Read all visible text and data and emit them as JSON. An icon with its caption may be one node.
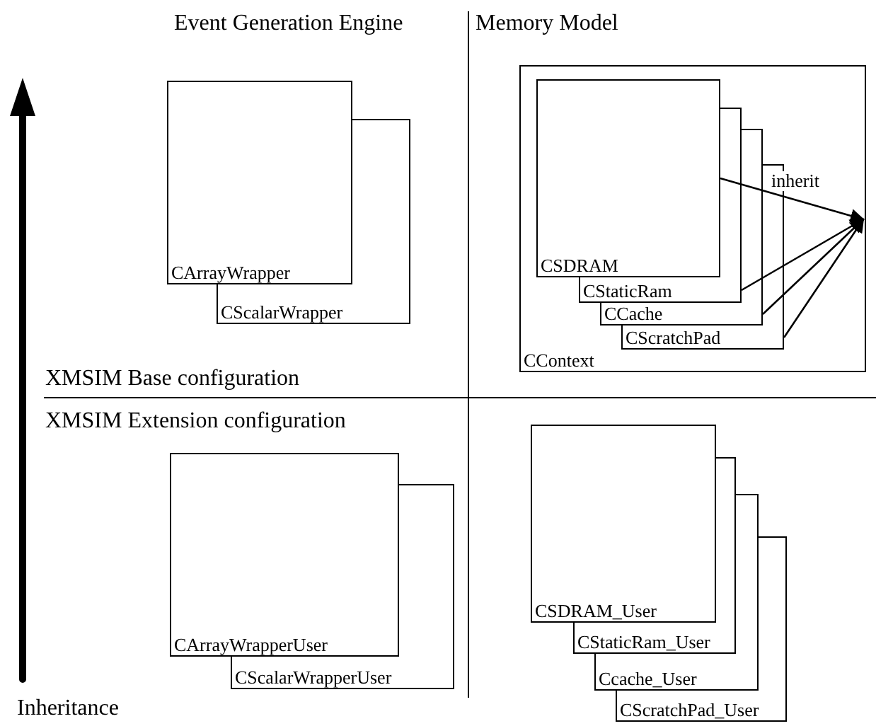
{
  "diagram": {
    "nodes": [
      {
        "text": [
          "CArrayWrapper"
        ]
      },
      {
        "text": [
          "CScalarWrapper"
        ]
      },
      {
        "text": [
          "CContext"
        ]
      },
      {
        "text": [
          "CSDRAM"
        ],
        "in": 2
      },
      {
        "text": [
          "CStaticRam"
        ],
        "in": 2
      },
      {
        "text": [
          "CCache"
        ],
        "in": 2
      },
      {
        "text": [
          "CScratchPad"
        ],
        "in": 2
      },
      {
        "text": [
          "CArrayWrapperUser"
        ]
      },
      {
        "text": [
          "CScalarWrapperUser"
        ]
      },
      {
        "text": [
          "CSDRAM_User"
        ]
      },
      {
        "text": [
          "CStaticRam_User"
        ]
      },
      {
        "text": [
          "Ccache_User"
        ]
      },
      {
        "text": [
          "CScratchPad_User"
        ]
      }
    ],
    "edges": [
      {
        "from": 3,
        "to": null,
        "arrow": "to",
        "label": "inherit"
      },
      {
        "from": 4,
        "to": null,
        "arrow": "to"
      },
      {
        "from": 5,
        "to": null,
        "arrow": "to"
      },
      {
        "from": 6,
        "to": null,
        "arrow": "to"
      }
    ],
    "labels": [
      "Event Generation Engine",
      "Memory Model",
      "XMSIM Base configuration",
      "XMSIM Extension configuration",
      "Inheritance"
    ]
  }
}
